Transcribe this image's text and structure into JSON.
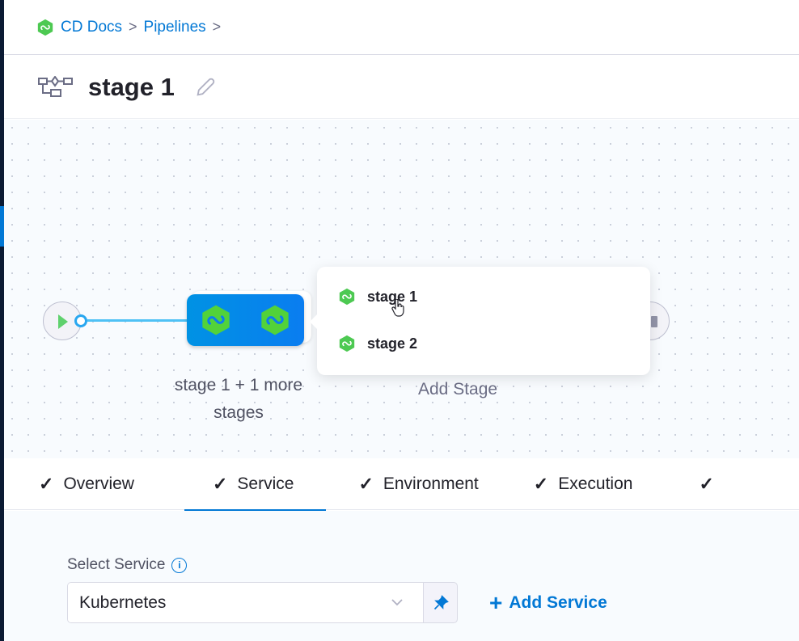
{
  "breadcrumb": {
    "items": [
      "CD Docs",
      "Pipelines"
    ],
    "separator": ">"
  },
  "header": {
    "title": "stage 1",
    "icon": "pipeline-stage-icon",
    "edit_icon": "pencil-icon"
  },
  "canvas": {
    "group_label": "stage 1 + 1 more stages",
    "add_stage_label": "Add Stage",
    "popover_items": [
      {
        "label": "stage 1",
        "icon": "cd-hex-icon"
      },
      {
        "label": "stage 2",
        "icon": "cd-hex-icon"
      }
    ]
  },
  "tabs": [
    {
      "label": "Overview",
      "active": false
    },
    {
      "label": "Service",
      "active": true
    },
    {
      "label": "Environment",
      "active": false
    },
    {
      "label": "Execution",
      "active": false
    }
  ],
  "check_glyph": "✓",
  "service": {
    "label": "Select Service",
    "selected": "Kubernetes",
    "add_label": "Add Service"
  },
  "colors": {
    "accent": "#0278d5",
    "brand_green": "#4dc952",
    "sidebar": "#0b1a33"
  }
}
